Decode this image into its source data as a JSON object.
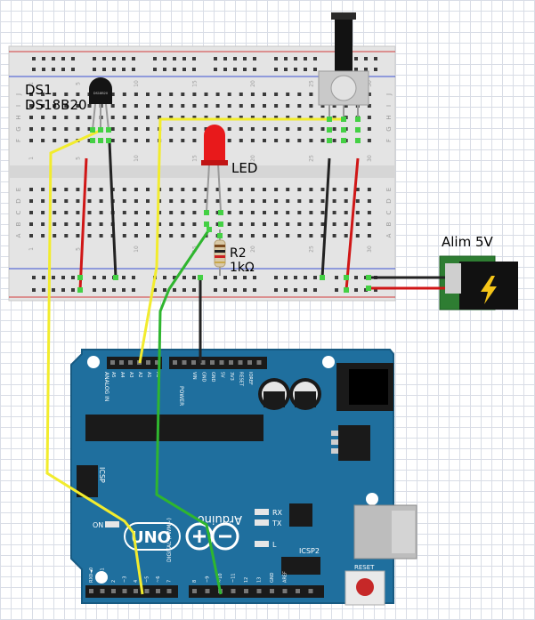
{
  "labels": {
    "ds1_name": "DS1",
    "ds1_part": "DS18B20",
    "sensor_body_text": "DS18B20",
    "led": "LED",
    "r2_name": "R2",
    "r2_value": "1kΩ",
    "power_supply": "Alim 5V"
  },
  "breadboard": {
    "row_letters_top": [
      "J",
      "I",
      "H",
      "G",
      "F"
    ],
    "row_letters_bottom": [
      "E",
      "D",
      "C",
      "B",
      "A"
    ],
    "column_numbers": [
      "1",
      "5",
      "10",
      "15",
      "20",
      "25",
      "30"
    ]
  },
  "arduino": {
    "brand": "Arduino",
    "model": "UNO",
    "analog_header_title": "ANALOG IN",
    "analog_pins": [
      "A5",
      "A4",
      "A3",
      "A2",
      "A1",
      "A0"
    ],
    "power_header_title": "POWER",
    "power_pins": [
      "VIN",
      "GND",
      "GND",
      "5V",
      "3V3",
      "RESET",
      "IOREF"
    ],
    "digital_header_title": "DIGITAL (PWM~)",
    "digital_pins_low": [
      "RX0◄0",
      "TX0►1",
      "2",
      "~3",
      "4",
      "~5",
      "~6",
      "7"
    ],
    "digital_pins_high": [
      "8",
      "~9",
      "~10",
      "~11",
      "12",
      "13",
      "GND",
      "AREF"
    ],
    "icsp_label": "ICSP",
    "icsp2_label": "ICSP2",
    "on_label": "ON",
    "tx_label": "TX",
    "rx_label": "RX",
    "l_label": "L",
    "reset_label": "RESET"
  },
  "wire_colors": {
    "signal": "#f2ec2e",
    "led_signal": "#2fb62f",
    "ground": "#222222",
    "power": "#d01616"
  },
  "icons": [
    "lightning-icon",
    "potentiometer-knob-icon"
  ]
}
